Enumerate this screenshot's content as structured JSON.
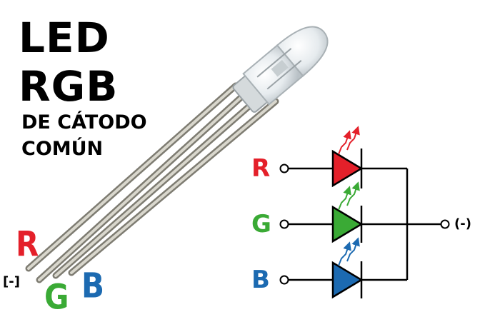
{
  "title": {
    "line1": "LED",
    "line2": "RGB",
    "line3": "DE CÁTODO",
    "line4": "COMÚN"
  },
  "pins": {
    "r": {
      "label": "R",
      "color": "#e4202a"
    },
    "g": {
      "label": "G",
      "color": "#3aaa35"
    },
    "b": {
      "label": "B",
      "color": "#1c6ab1"
    },
    "common": {
      "label": "[-]"
    }
  },
  "schematic": {
    "r_label": "R",
    "g_label": "G",
    "b_label": "B",
    "output_label": "(-)",
    "colors": {
      "red": "#e4202a",
      "green": "#3aaa35",
      "blue": "#1c6ab1",
      "wire": "#000000"
    }
  }
}
